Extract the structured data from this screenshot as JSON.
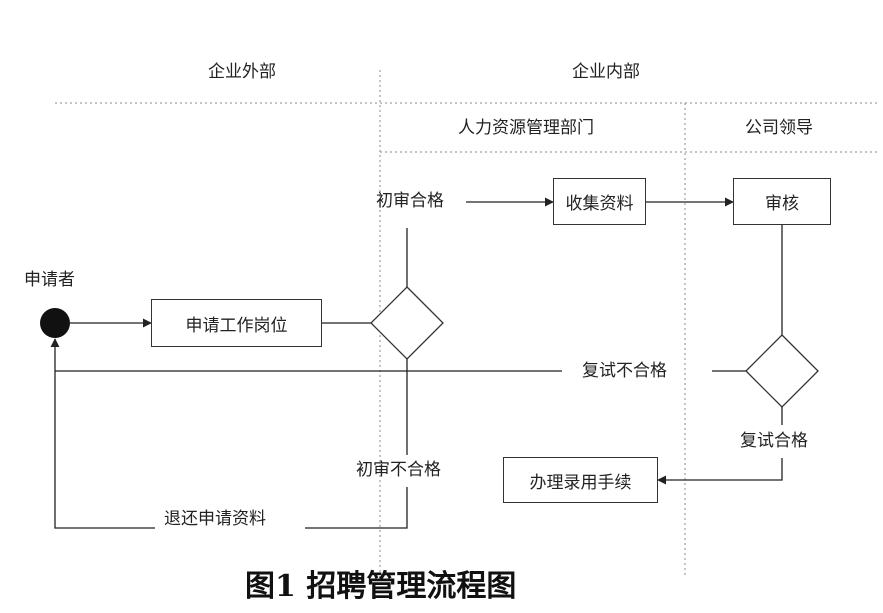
{
  "lanes": {
    "outside": "企业外部",
    "inside": "企业内部",
    "hr": "人力资源管理部门",
    "leader": "公司领导"
  },
  "nodes": {
    "start": "申请者",
    "apply": "申请工作岗位",
    "collect": "收集资料",
    "review": "审核",
    "hire": "办理录用手续"
  },
  "edges": {
    "first_pass": "初审合格",
    "first_fail": "初审不合格",
    "return_docs": "退还申请资料",
    "second_fail": "复试不合格",
    "second_pass": "复试合格"
  },
  "caption": "图1   招聘管理流程图"
}
